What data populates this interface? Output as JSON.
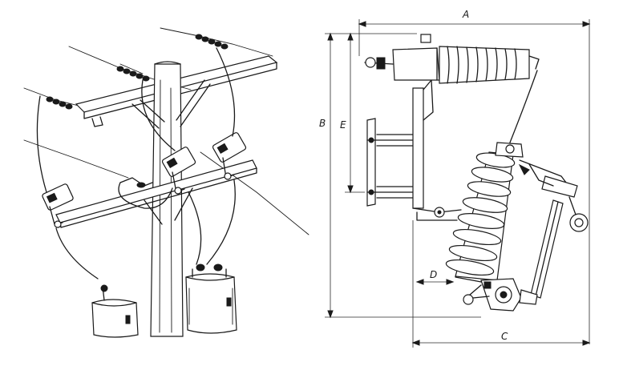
{
  "figure": {
    "background": "#ffffff",
    "ink": "#1a1a1a"
  },
  "dimensions": {
    "a": "A",
    "b": "B",
    "c": "C",
    "d": "D",
    "e": "E"
  }
}
